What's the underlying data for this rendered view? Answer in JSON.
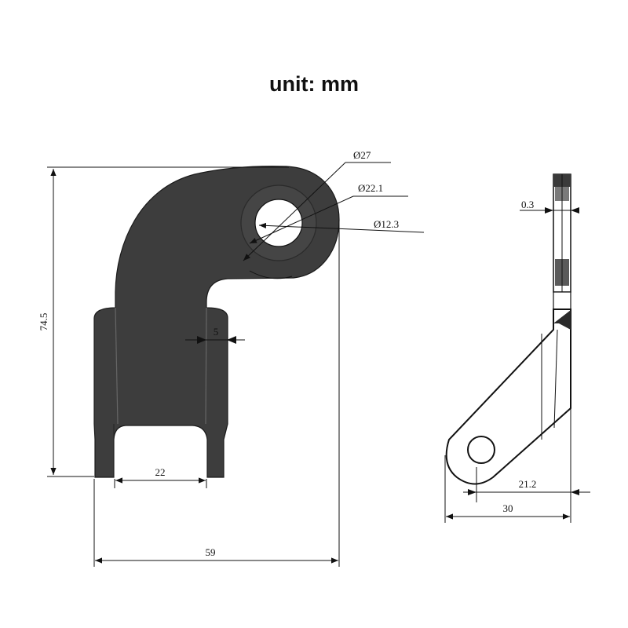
{
  "title": "unit: mm",
  "front_view": {
    "dia_outer": "27",
    "dia_mid": "22.1",
    "dia_hole": "12.3",
    "height": "74.5",
    "thickness": "5",
    "slot_width": "22",
    "total_width": "59"
  },
  "side_view": {
    "plate_thickness": "0.3",
    "offset_width": "21.2",
    "total_width": "30"
  },
  "diameter_symbol": "Ø",
  "colors": {
    "part_fill": "#3d3d3d",
    "line": "#111111",
    "background": "#ffffff"
  }
}
